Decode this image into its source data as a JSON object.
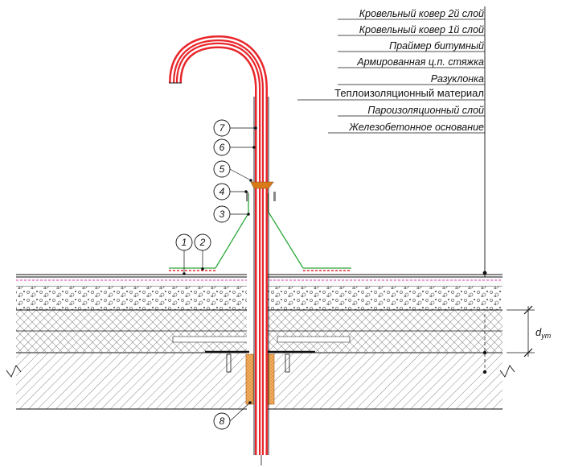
{
  "layers": [
    "Кровельный ковер 2й слой",
    "Кровельный ковер 1й слой",
    "Праймер битумный",
    "Армированная ц.п. стяжка",
    "Разуклонка",
    "Теплоизоляционный материал",
    "Пароизоляционный слой",
    "Железобетонное основание"
  ],
  "callouts": [
    "1",
    "2",
    "3",
    "4",
    "5",
    "6",
    "7",
    "8"
  ],
  "dimension": {
    "main": "d",
    "sub": "ут"
  },
  "colors": {
    "pipe_red": "#e8262b",
    "membrane_green": "#2aa83a",
    "sealant_orange": "#d97a1a",
    "hatch_pink": "#e040b0",
    "line": "#111111"
  }
}
